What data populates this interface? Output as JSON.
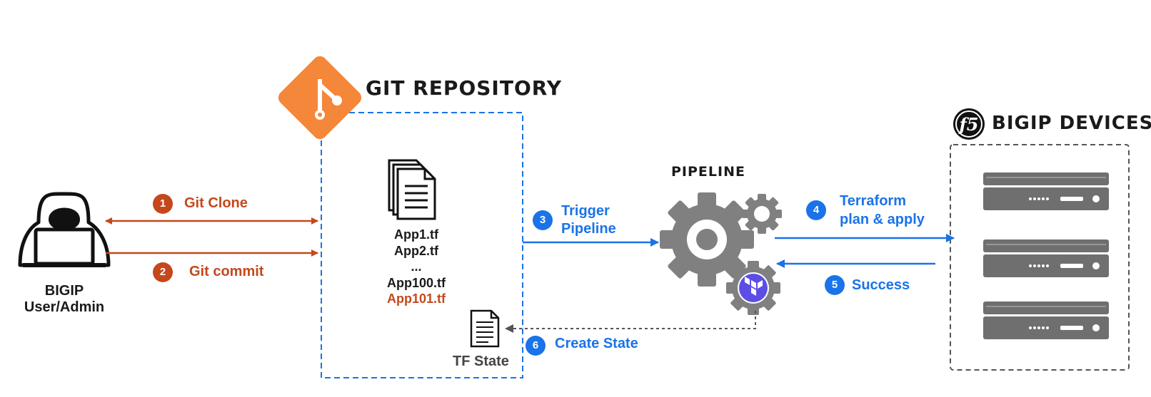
{
  "titles": {
    "git_repo": "GIT REPOSITORY",
    "pipeline": "PIPELINE",
    "bigip_devices": "BIGIP DEVICES"
  },
  "user": {
    "line1": "BIGIP",
    "line2": "User/Admin"
  },
  "repo_files": [
    "App1.tf",
    "App2.tf",
    "...",
    "App100.tf",
    "App101.tf"
  ],
  "tf_state": "TF State",
  "logo_f5": "f5",
  "steps": [
    {
      "num": "1",
      "label": "Git Clone"
    },
    {
      "num": "2",
      "label": "Git commit"
    },
    {
      "num": "3",
      "label_line1": "Trigger",
      "label_line2": "Pipeline"
    },
    {
      "num": "4",
      "label_line1": "Terraform",
      "label_line2": "plan & apply"
    },
    {
      "num": "5",
      "label": "Success"
    },
    {
      "num": "6",
      "label": "Create State"
    }
  ],
  "colors": {
    "orange_flow": "#c4481c",
    "blue_flow": "#1a73e8",
    "git_logo": "#f4873a",
    "gear": "#808080",
    "terraform": "#5c4ee5",
    "server": "#6f6f6f"
  }
}
